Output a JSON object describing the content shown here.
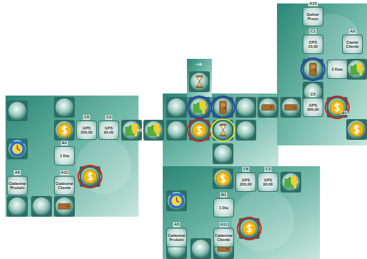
{
  "diagram": {
    "nodes": [
      {
        "text": [
          "A15",
          "Definir Preço"
        ]
      },
      {
        "text": [
          "C1",
          "GPS 15,00"
        ]
      },
      {
        "text": [
          "A2",
          "Captar Cliente"
        ]
      },
      {
        "text": [
          "2 Dias"
        ]
      },
      {
        "text": [
          "C5",
          "GPS 300,00"
        ]
      },
      {
        "text": [
          "C6",
          "GPS 200,00"
        ]
      },
      {
        "text": [
          "C3",
          "GPS 90,00"
        ]
      },
      {
        "text": [
          "B1",
          "1 Dia"
        ]
      },
      {
        "text": [
          "A5",
          "Cadastrar Produto"
        ]
      },
      {
        "text": [
          "A11",
          "Cadastrar Cliente"
        ]
      },
      {
        "text": [
          "C6",
          "GPS 200,00"
        ]
      },
      {
        "text": [
          "C3",
          "GPS 90,00"
        ]
      },
      {
        "text": [
          "B1",
          "1 Dia"
        ]
      },
      {
        "text": [
          "A5",
          "Cadastrar Produto"
        ]
      },
      {
        "text": [
          "A11",
          "Cadastrar Cliente"
        ]
      }
    ],
    "labels": [
      "B1"
    ]
  }
}
